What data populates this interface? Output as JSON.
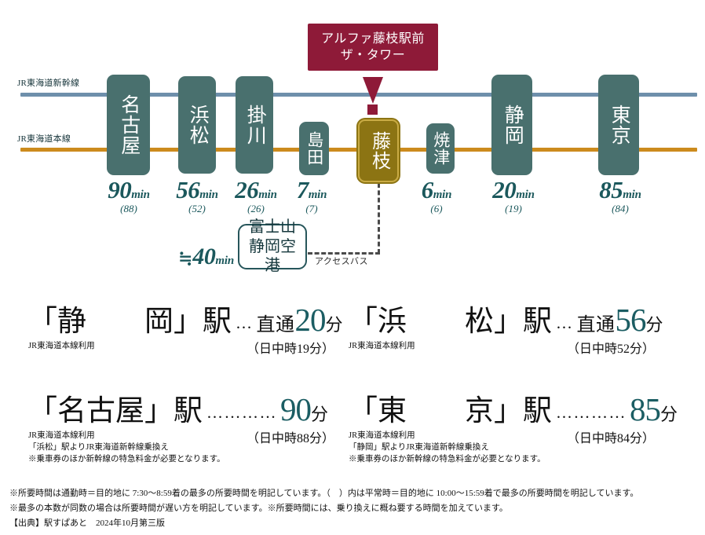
{
  "diagram": {
    "rail_lines": [
      {
        "id": "shinkansen",
        "label": "JR東海道新幹線",
        "color": "#6e8fab"
      },
      {
        "id": "honsen",
        "label": "JR東海道本線",
        "color": "#cc8b1d"
      }
    ],
    "callout": {
      "line1": "アルファ藤枝駅前",
      "line2": "ザ・タワー",
      "color": "#8e1a38"
    },
    "stations": [
      {
        "id": "nagoya",
        "name": "名古屋",
        "lines": [
          "shinkansen",
          "honsen"
        ],
        "highlight": false
      },
      {
        "id": "hamamatsu",
        "name": "浜松",
        "lines": [
          "shinkansen",
          "honsen"
        ],
        "highlight": false
      },
      {
        "id": "kakegawa",
        "name": "掛川",
        "lines": [
          "shinkansen",
          "honsen"
        ],
        "highlight": false
      },
      {
        "id": "shimada",
        "name": "島田",
        "lines": [
          "honsen"
        ],
        "highlight": false
      },
      {
        "id": "fujieda",
        "name": "藤枝",
        "lines": [
          "honsen"
        ],
        "highlight": true
      },
      {
        "id": "yaizu",
        "name": "焼津",
        "lines": [
          "honsen"
        ],
        "highlight": false
      },
      {
        "id": "shizuoka",
        "name": "静岡",
        "lines": [
          "shinkansen",
          "honsen"
        ],
        "highlight": false
      },
      {
        "id": "tokyo",
        "name": "東京",
        "lines": [
          "shinkansen",
          "honsen"
        ],
        "highlight": false
      }
    ],
    "times": [
      {
        "station": "名古屋",
        "value": "90",
        "unit": "min",
        "paren": "(88)"
      },
      {
        "station": "浜松",
        "value": "56",
        "unit": "min",
        "paren": "(52)"
      },
      {
        "station": "掛川",
        "value": "26",
        "unit": "min",
        "paren": "(26)"
      },
      {
        "station": "島田",
        "value": "7",
        "unit": "min",
        "paren": "(7)"
      },
      {
        "station": "焼津",
        "value": "6",
        "unit": "min",
        "paren": "(6)"
      },
      {
        "station": "静岡",
        "value": "20",
        "unit": "min",
        "paren": "(19)"
      },
      {
        "station": "東京",
        "value": "85",
        "unit": "min",
        "paren": "(84)"
      }
    ],
    "airport": {
      "line1": "富士山",
      "line2": "静岡空港",
      "approx_symbol": "≒",
      "approx_value": "40",
      "approx_unit": "min",
      "bus_label": "アクセスバス"
    }
  },
  "entries": [
    {
      "id": "shizuoka",
      "bracket_open": "「",
      "station": "静　　岡",
      "bracket_close": "」駅",
      "dots": "…",
      "prefix": "直通",
      "number": "20",
      "unit": "分",
      "daytime": "（日中時19分）",
      "notes": [
        "JR東海道本線利用"
      ]
    },
    {
      "id": "hamamatsu",
      "bracket_open": "「",
      "station": "浜　　松",
      "bracket_close": "」駅",
      "dots": "…",
      "prefix": "直通",
      "number": "56",
      "unit": "分",
      "daytime": "（日中時52分）",
      "notes": [
        "JR東海道本線利用"
      ]
    },
    {
      "id": "nagoya",
      "bracket_open": "「",
      "station": "名古屋",
      "bracket_close": "」駅",
      "dots": "…………",
      "prefix": "",
      "number": "90",
      "unit": "分",
      "daytime": "（日中時88分）",
      "notes": [
        "JR東海道本線利用",
        "「浜松」駅よりJR東海道新幹線乗換え",
        "※乗車券のほか新幹線の特急料金が必要となります。"
      ]
    },
    {
      "id": "tokyo",
      "bracket_open": "「",
      "station": "東　　京",
      "bracket_close": "」駅",
      "dots": "…………",
      "prefix": "",
      "number": "85",
      "unit": "分",
      "daytime": "（日中時84分）",
      "notes": [
        "JR東海道本線利用",
        "「静岡」駅よりJR東海道新幹線乗換え",
        "※乗車券のほか新幹線の特急料金が必要となります。"
      ]
    }
  ],
  "footnotes": [
    "※所要時間は通勤時＝目的地に 7:30〜8:59着の最多の所要時間を明記しています。（　）内は平常時＝目的地に 10:00〜15:59着で最多の所要時間を明記しています。",
    "※最多の本数が同数の場合は所要時間が遅い方を明記しています。※所要時間には、乗り換えに概ね要する時間を加えています。",
    "【出典】駅すぱあと　2024年10月第三版"
  ]
}
